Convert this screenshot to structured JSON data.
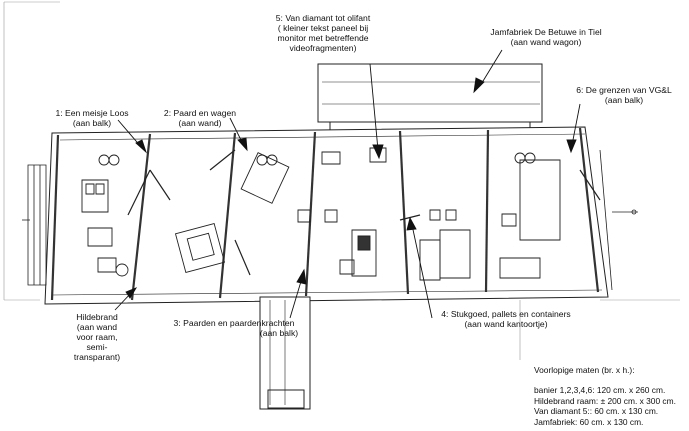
{
  "labels": {
    "l1": [
      "1: Een meisje Loos",
      "(aan balk)"
    ],
    "l2": [
      "2: Paard en wagen",
      "(aan wand)"
    ],
    "l3": [
      "3: Paarden en paardenkrachten",
      "(aan balk)"
    ],
    "l4": [
      "4: Stukgoed, pallets en containers",
      "(aan wand kantoortje)"
    ],
    "l5": [
      "5: Van diamant tot olifant",
      "( kleiner tekst paneel bij",
      "monitor met betreffende",
      "videofragmenten)"
    ],
    "l6": [
      "6: De grenzen van VG&L",
      "(aan balk)"
    ],
    "jam": [
      "Jamfabriek De Betuwe in Tiel",
      "(aan wand wagon)"
    ],
    "hilde": [
      "Hildebrand",
      "(aan wand",
      "voor raam,",
      "semi-",
      "transparant)"
    ]
  },
  "legend": {
    "title": "Voorlopige maten (br. x h.):",
    "lines": [
      "banier 1,2,3,4,6: 120 cm. x 260 cm.",
      "Hildebrand raam: ± 200 cm. x 300 cm.",
      "Van diamant 5:: 60 cm. x 130 cm.",
      "Jamfabriek: 60 cm. x 130 cm."
    ]
  }
}
